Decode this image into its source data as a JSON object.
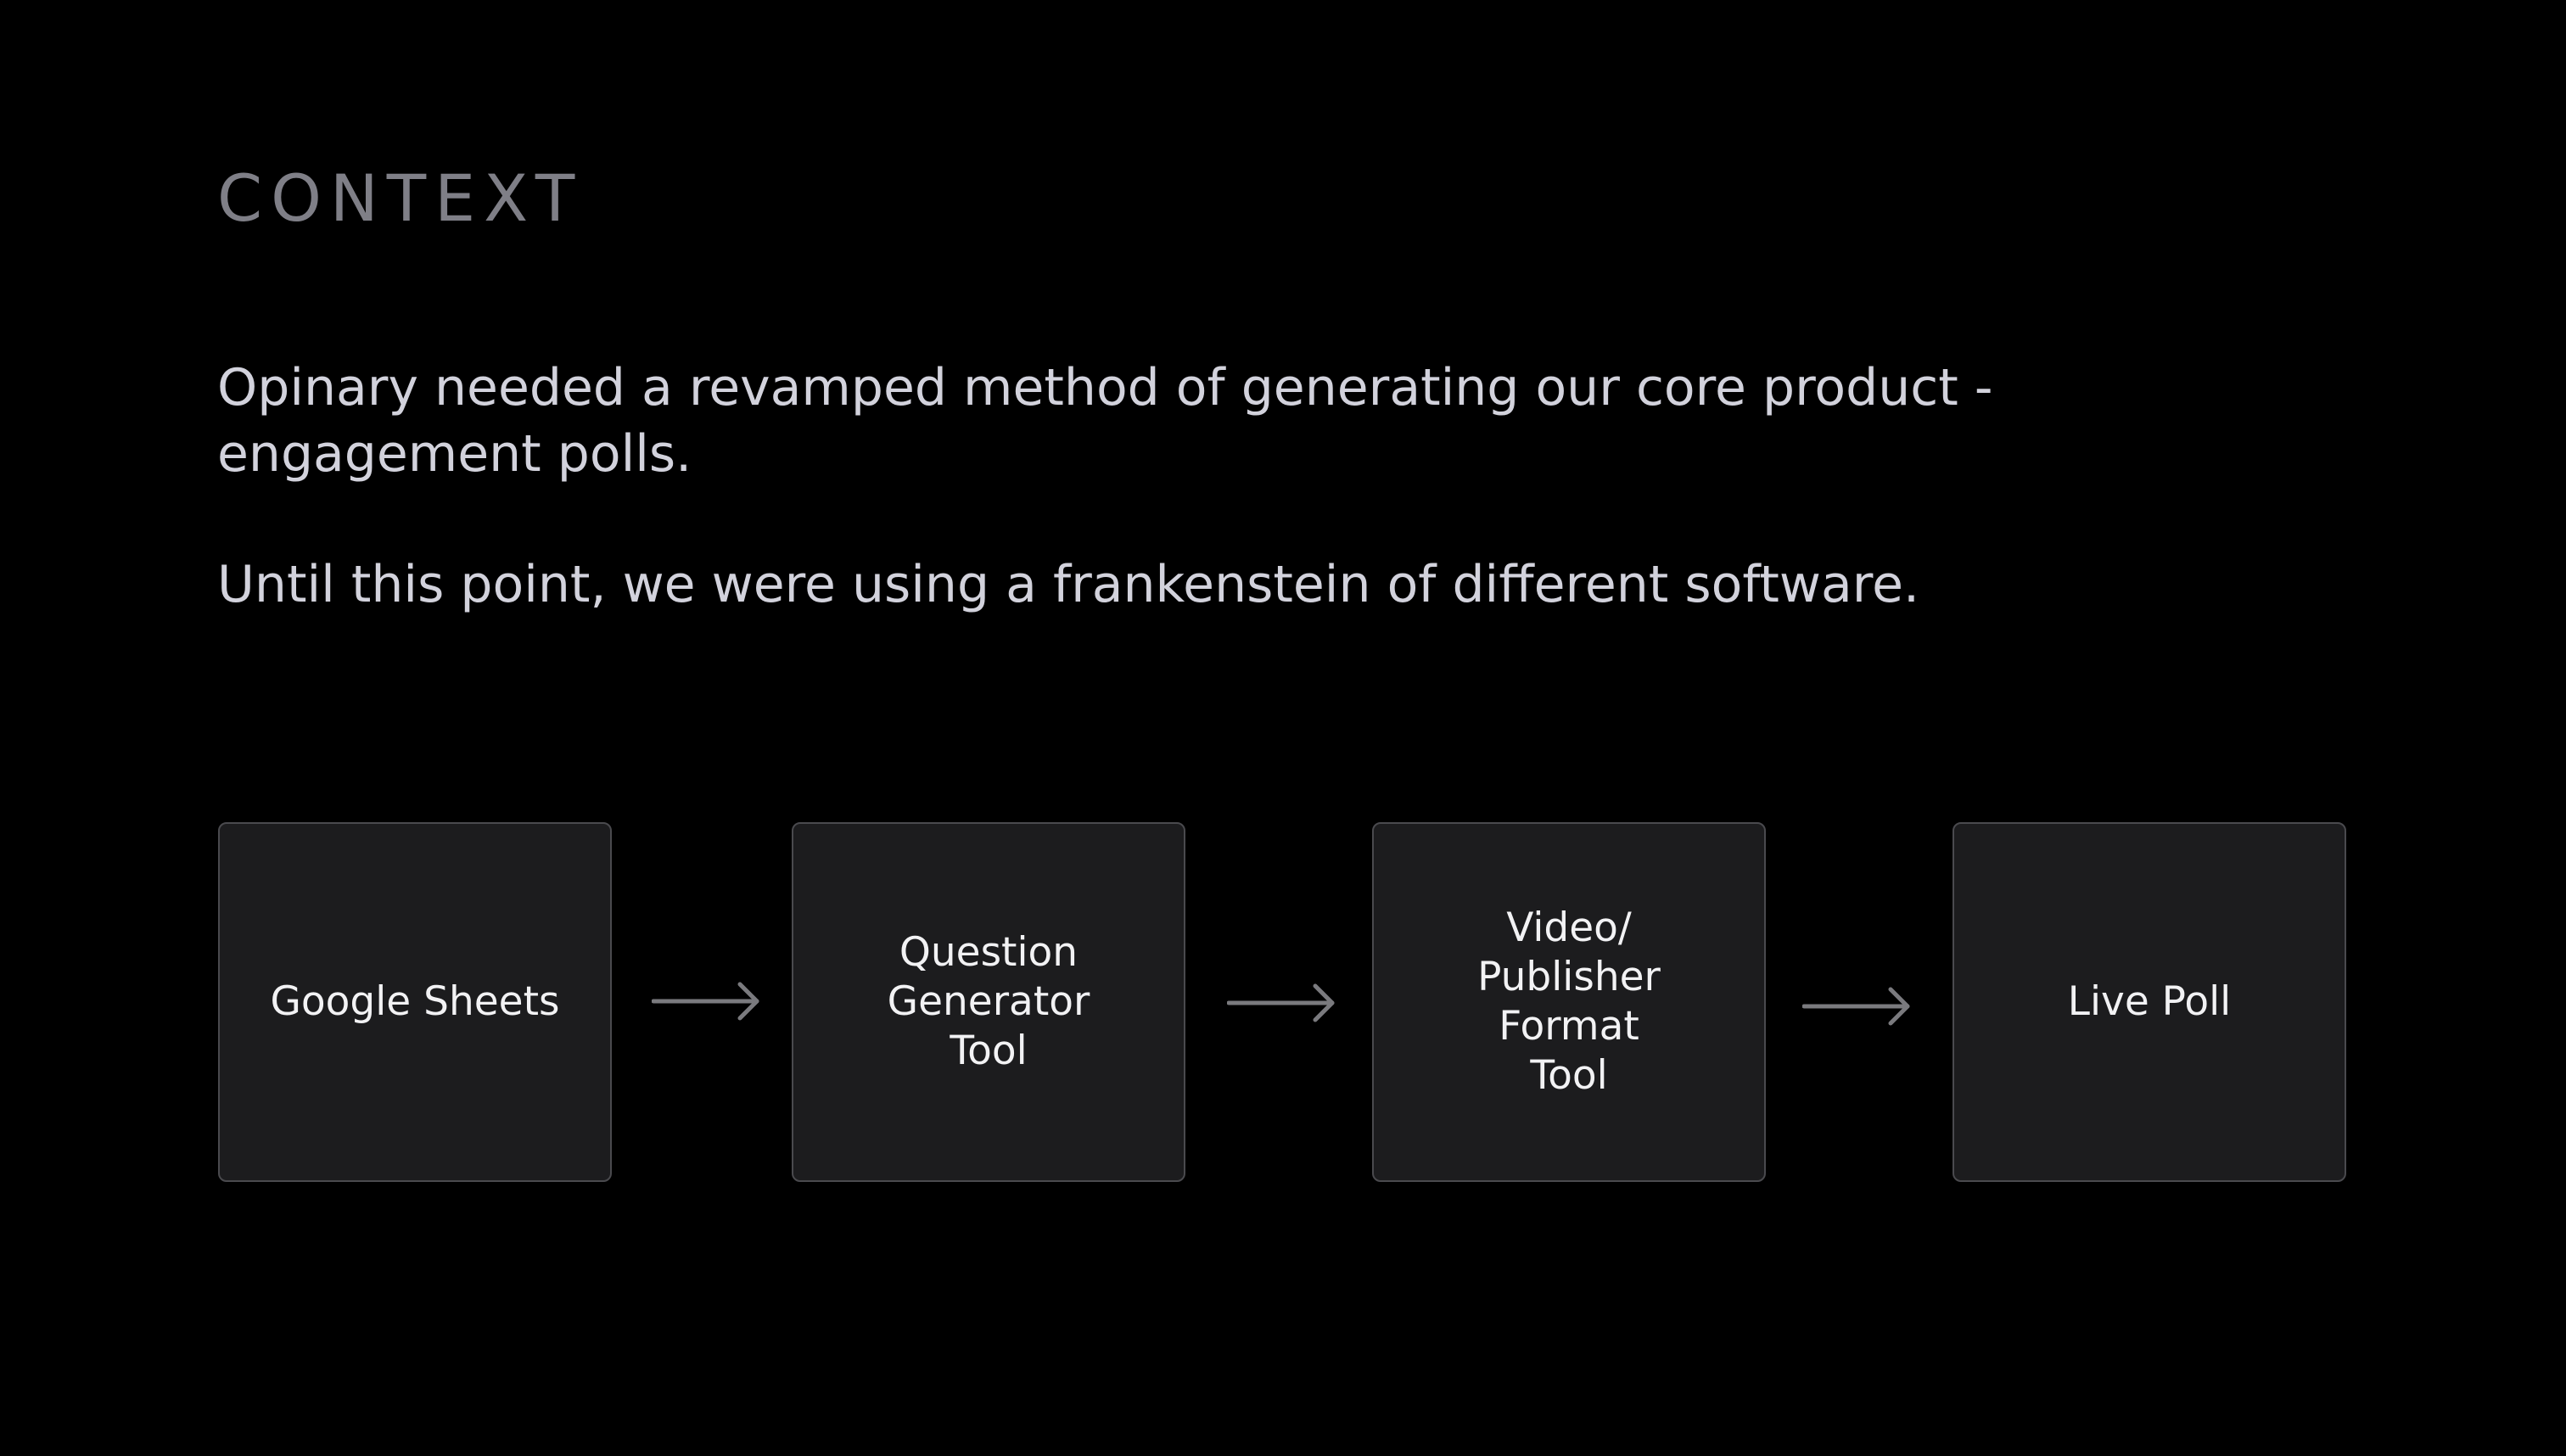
{
  "slide": {
    "section_label": "CONTEXT",
    "paragraphs": [
      "Opinary needed a revamped method of generating our core product -\nengagement polls.",
      "Until this point, we were using a frankenstein of different software."
    ]
  },
  "flow": {
    "steps": [
      "Google Sheets",
      "Question\nGenerator\nTool",
      "Video/\nPublisher\nFormat\nTool",
      "Live Poll"
    ],
    "box_color": "#1c1c1e",
    "border_color": "#4a4a4e",
    "arrow_color": "#7a7a7e",
    "arrow_icon": "arrow-right-icon"
  }
}
